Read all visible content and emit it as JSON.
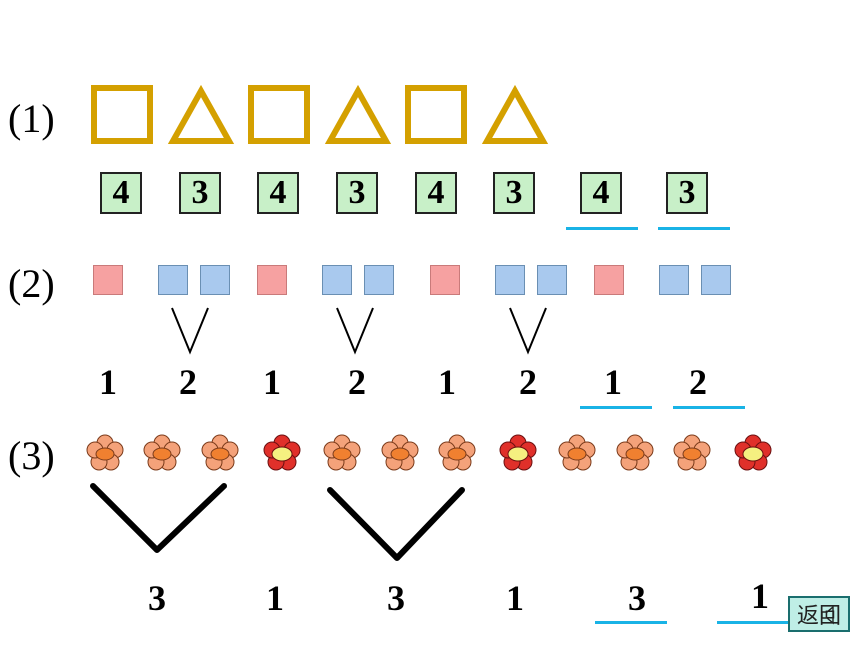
{
  "labels": {
    "p1": "(1)",
    "p2": "(2)",
    "p3": "(3)"
  },
  "row1": {
    "shapes": [
      "square",
      "triangle",
      "square",
      "triangle",
      "square",
      "triangle"
    ],
    "boxes": [
      "4",
      "3",
      "4",
      "3",
      "4",
      "3"
    ],
    "answers": [
      "4",
      "3"
    ]
  },
  "row2": {
    "squares": [
      "pink",
      "blue",
      "blue",
      "pink",
      "blue",
      "blue",
      "pink",
      "blue",
      "blue",
      "pink",
      "blue",
      "blue"
    ],
    "numbers": [
      "1",
      "2",
      "1",
      "2",
      "1",
      "2"
    ],
    "answers": [
      "1",
      "2"
    ]
  },
  "row3": {
    "flowers": [
      "orange",
      "orange",
      "orange",
      "red",
      "orange",
      "orange",
      "orange",
      "red",
      "orange",
      "orange",
      "orange",
      "red"
    ],
    "numbers": [
      "3",
      "1",
      "3",
      "1"
    ],
    "answers": [
      "3",
      "1"
    ]
  },
  "back_button": {
    "label": "返回"
  },
  "colors": {
    "outline": "#d4a000",
    "box_fill": "#c8f0c8",
    "pink": "#f6a1a1",
    "blue": "#a9c9ee",
    "blank_line": "#19b3e6"
  }
}
